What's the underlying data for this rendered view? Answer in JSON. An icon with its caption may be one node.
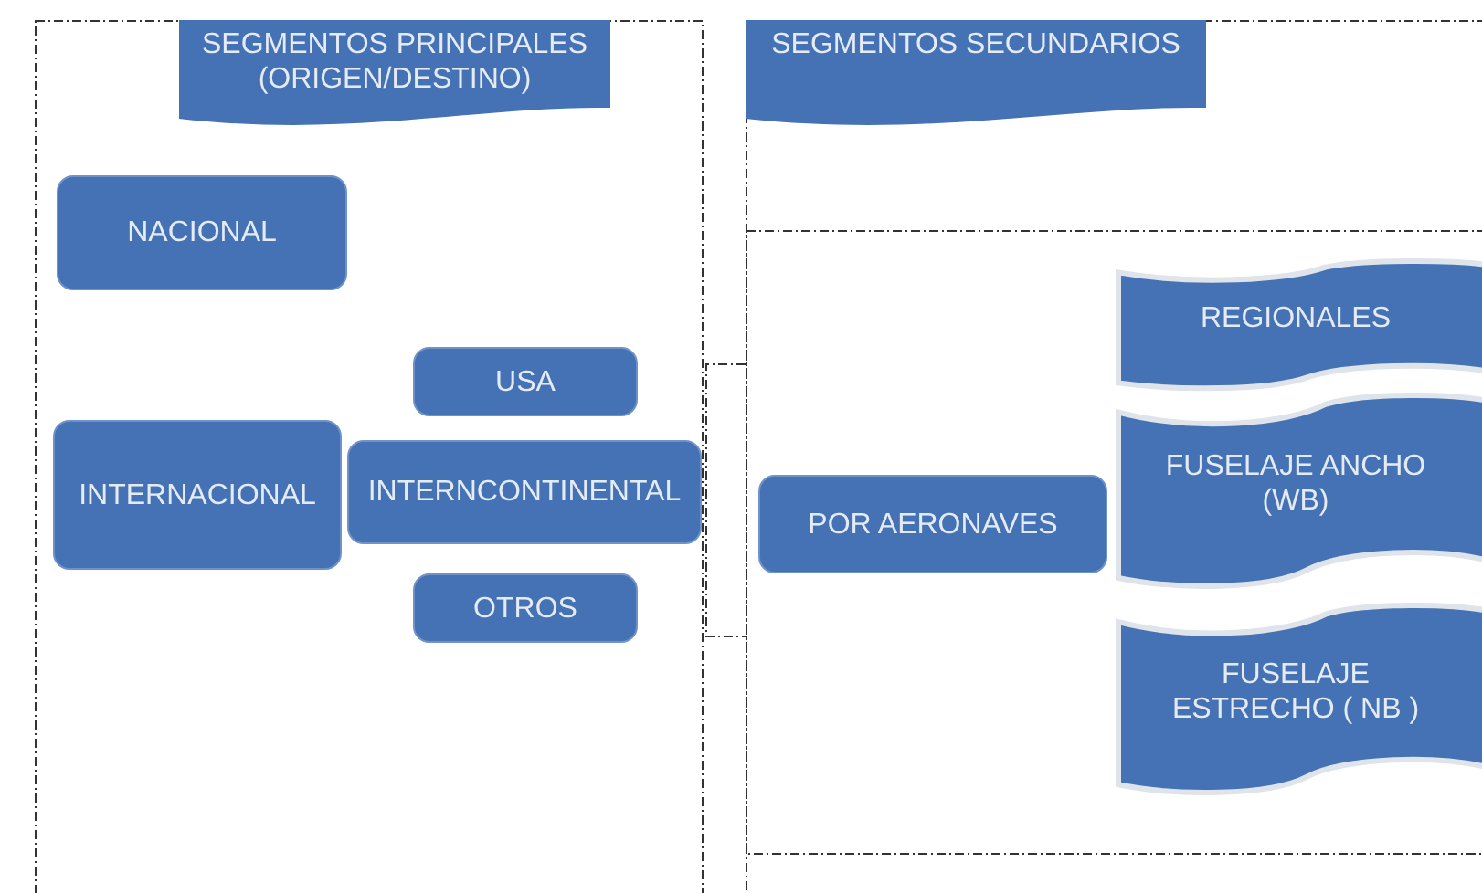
{
  "diagram": {
    "nodes": [
      {
        "text": [],
        "shape": "box"
      },
      {
        "text": [
          "SEGMENTOS PRINCIPALES (ORIGEN/DESTINO)"
        ],
        "in": 0
      },
      {
        "text": [
          "NACIONAL"
        ],
        "in": 0
      },
      {
        "text": [
          "INTERNACIONAL"
        ],
        "in": 0
      },
      {
        "text": [
          "USA"
        ],
        "in": 0
      },
      {
        "text": [
          "INTERNCONTINENTAL"
        ],
        "in": 0
      },
      {
        "text": [
          "OTROS"
        ],
        "in": 0
      },
      {
        "text": [],
        "shape": "box"
      },
      {
        "text": [
          "SEGMENTOS SECUNDARIOS"
        ],
        "in": 7
      },
      {
        "text": [],
        "shape": "box",
        "in": 7
      },
      {
        "text": [
          "POR AERONAVES"
        ],
        "in": 9
      },
      {
        "text": [
          "REGIONALES"
        ],
        "in": 9
      },
      {
        "text": [
          "FUSELAJE ANCHO (WB)"
        ],
        "in": 9
      },
      {
        "text": [
          "FUSELAJE ESTRECHO ( NB )"
        ],
        "in": 9
      }
    ]
  }
}
